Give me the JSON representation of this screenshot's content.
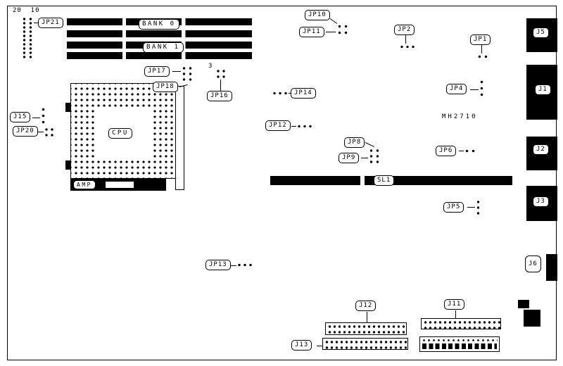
{
  "labels": {
    "pins_20_10": "20  10",
    "jp21": "JP21",
    "bank0": "BANK 0",
    "bank1": "BANK 1",
    "jp10": "JP10",
    "jp11": "JP11",
    "jp2": "JP2",
    "jp1": "JP1",
    "j5": "J5",
    "jp17": "JP17",
    "jp18": "JP18",
    "pin_3": "3",
    "jp16": "JP16",
    "jp14": "JP14",
    "jp4": "JP4",
    "j1": "J1",
    "j15": "J15",
    "jp20": "JP20",
    "cpu": "CPU",
    "amp": "AMP",
    "jp12": "JP12",
    "mh2710": "MH2710",
    "jp8": "JP8",
    "jp9": "JP9",
    "jp6": "JP6",
    "j2": "J2",
    "sl1": "SL1",
    "jp5": "JP5",
    "j3": "J3",
    "jp13": "JP13",
    "j6": "J6",
    "j12": "J12",
    "j11": "J11",
    "j13": "J13"
  }
}
